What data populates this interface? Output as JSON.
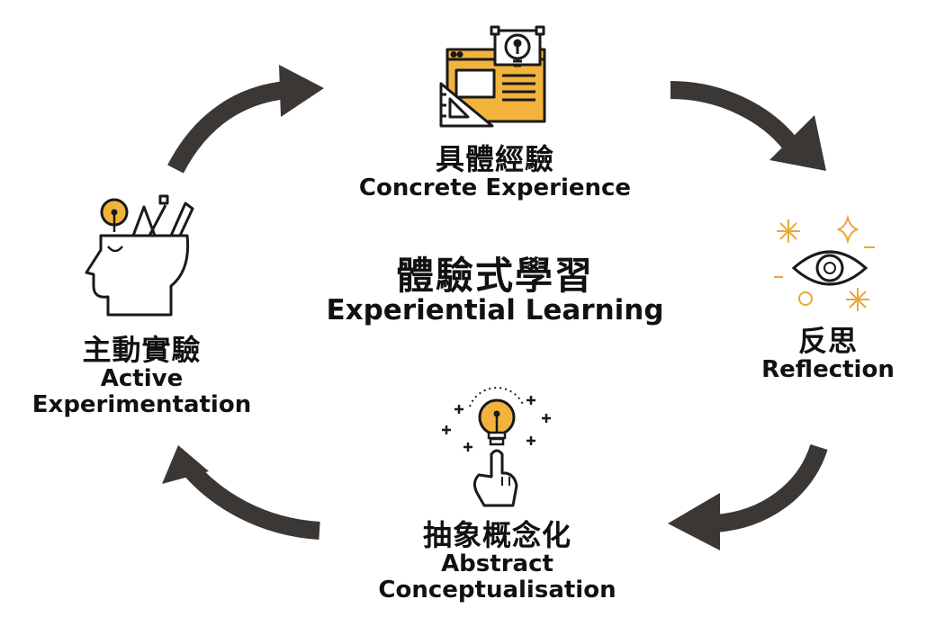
{
  "center": {
    "title_zh": "體驗式學習",
    "title_en": "Experiential Learning"
  },
  "stages": {
    "concrete": {
      "zh": "具體經驗",
      "en": "Concrete Experience"
    },
    "reflection": {
      "zh": "反思",
      "en": "Reflection"
    },
    "abstract": {
      "zh": "抽象概念化",
      "en_line1": "Abstract",
      "en_line2": "Conceptualisation"
    },
    "active": {
      "zh": "主動實驗",
      "en_line1": "Active",
      "en_line2": "Experimentation"
    }
  },
  "colors": {
    "arrow": "#3b3735",
    "accent": "#f2b33d",
    "line": "#1a1a1a"
  },
  "icons": {
    "concrete": "design-window-lightbulb-icon",
    "reflection": "eye-sparkle-icon",
    "abstract": "hand-pointing-lightbulb-icon",
    "active": "head-with-tools-icon"
  }
}
